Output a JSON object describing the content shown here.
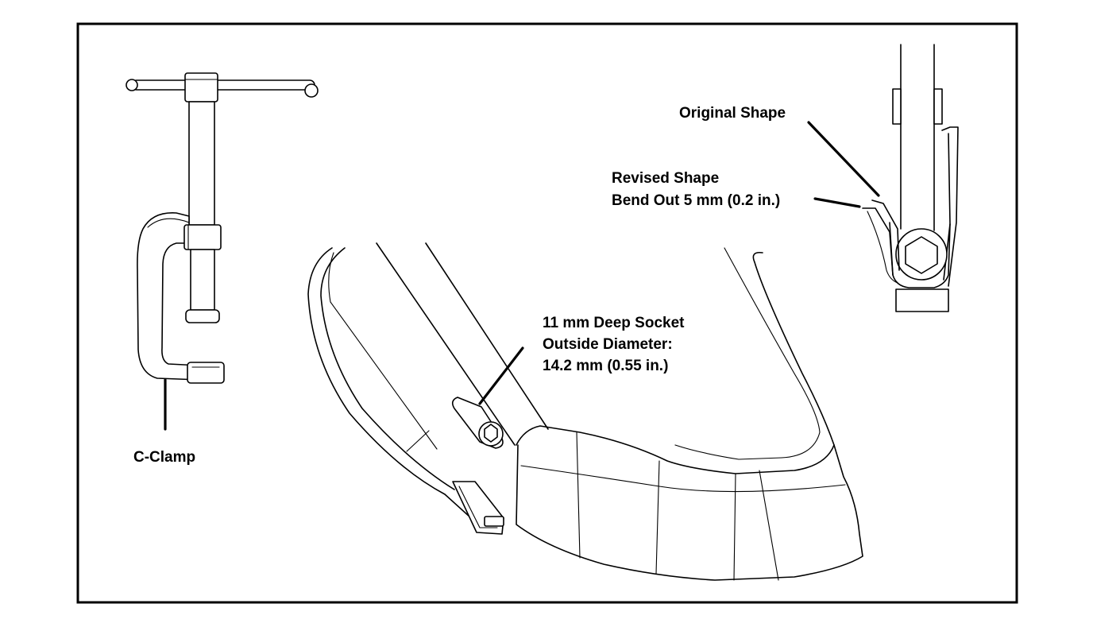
{
  "labels": {
    "c_clamp": "C-Clamp",
    "original_shape": "Original Shape",
    "revised_shape_line1": "Revised Shape",
    "revised_shape_line2": "Bend Out 5 mm (0.2 in.)",
    "socket_line1": "11 mm Deep Socket",
    "socket_line2": "Outside Diameter:",
    "socket_line3": "14.2 mm (0.55 in.)"
  },
  "colors": {
    "ink": "#000000",
    "paper": "#ffffff"
  }
}
